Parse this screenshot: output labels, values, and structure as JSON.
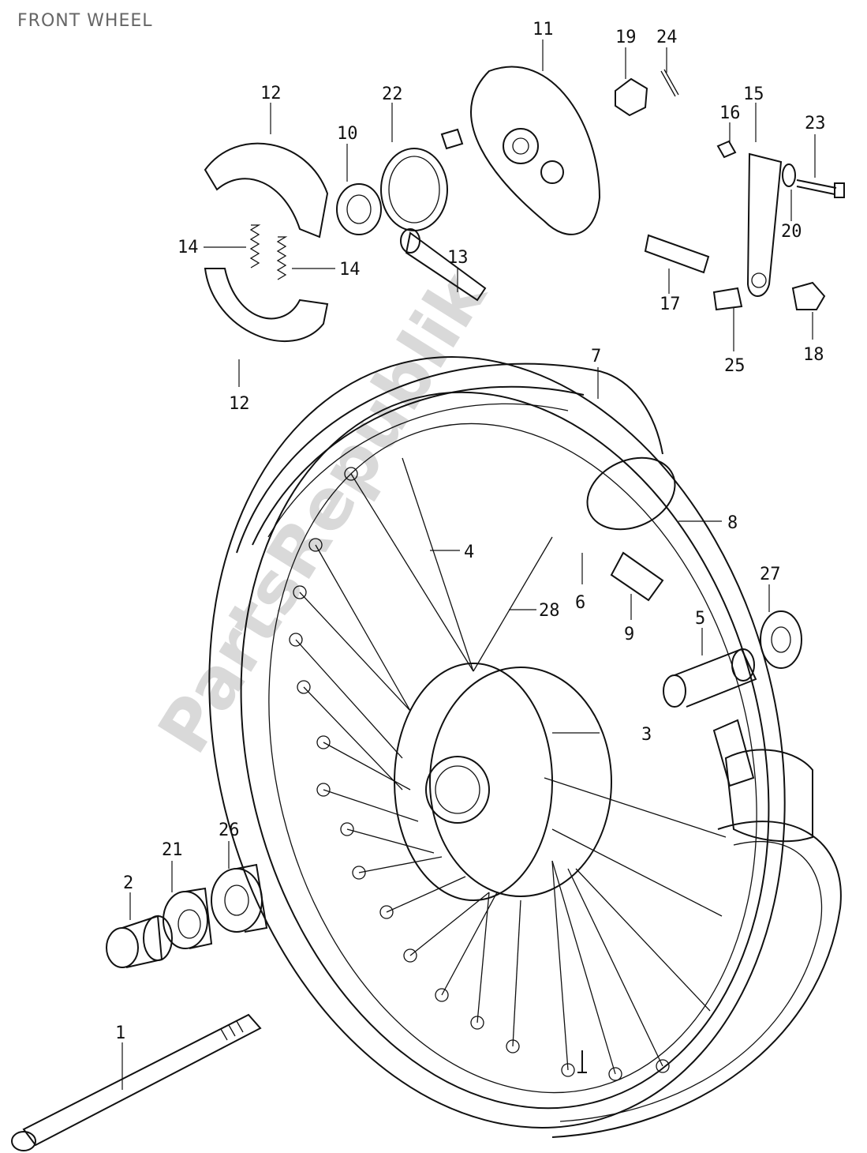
{
  "title": "FRONT WHEEL",
  "watermark": "PartsRepublik",
  "callouts": [
    {
      "id": "c1",
      "label": "1"
    },
    {
      "id": "c2",
      "label": "2"
    },
    {
      "id": "c3",
      "label": "3"
    },
    {
      "id": "c4",
      "label": "4"
    },
    {
      "id": "c5",
      "label": "5"
    },
    {
      "id": "c6",
      "label": "6"
    },
    {
      "id": "c7",
      "label": "7"
    },
    {
      "id": "c8",
      "label": "8"
    },
    {
      "id": "c9",
      "label": "9"
    },
    {
      "id": "c10",
      "label": "10"
    },
    {
      "id": "c11",
      "label": "11"
    },
    {
      "id": "c12a",
      "label": "12"
    },
    {
      "id": "c12b",
      "label": "12"
    },
    {
      "id": "c13",
      "label": "13"
    },
    {
      "id": "c14a",
      "label": "14"
    },
    {
      "id": "c14b",
      "label": "14"
    },
    {
      "id": "c15",
      "label": "15"
    },
    {
      "id": "c16",
      "label": "16"
    },
    {
      "id": "c17",
      "label": "17"
    },
    {
      "id": "c18",
      "label": "18"
    },
    {
      "id": "c19",
      "label": "19"
    },
    {
      "id": "c20",
      "label": "20"
    },
    {
      "id": "c21",
      "label": "21"
    },
    {
      "id": "c22",
      "label": "22"
    },
    {
      "id": "c23",
      "label": "23"
    },
    {
      "id": "c24",
      "label": "24"
    },
    {
      "id": "c25",
      "label": "25"
    },
    {
      "id": "c26",
      "label": "26"
    },
    {
      "id": "c27",
      "label": "27"
    },
    {
      "id": "c28",
      "label": "28"
    }
  ]
}
